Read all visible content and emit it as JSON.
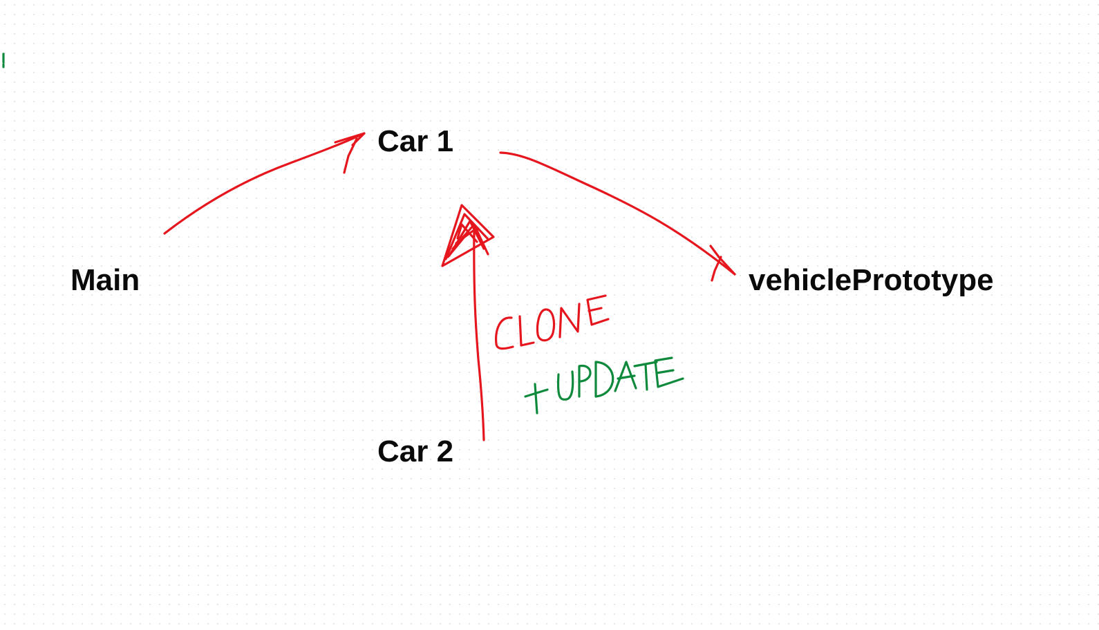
{
  "nodes": {
    "car1": "Car 1",
    "main": "Main",
    "vehicle_prototype": "vehiclePrototype",
    "car2": "Car 2"
  },
  "annotations": {
    "clone": "CLONE",
    "update": "+UPDATE"
  },
  "colors": {
    "red_ink": "#e5161d",
    "green_ink": "#0f8a3c",
    "text": "#0a0a0a"
  }
}
